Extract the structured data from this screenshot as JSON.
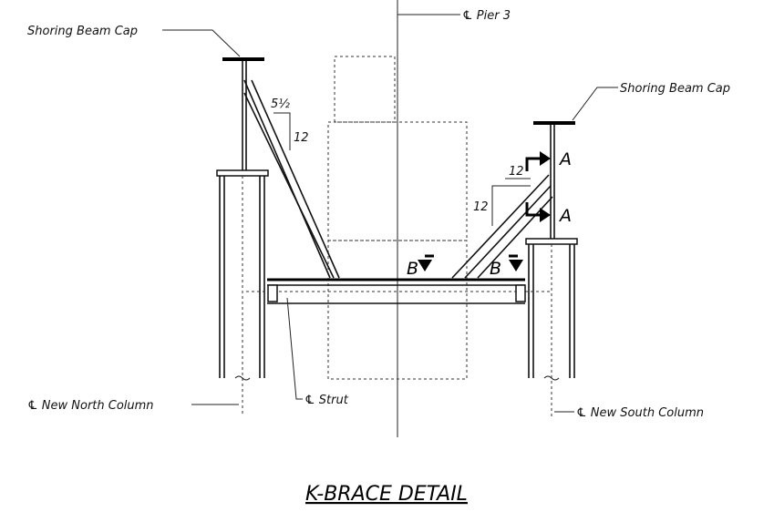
{
  "labels": {
    "pier": "℄ Pier 3",
    "shoring_left": "Shoring Beam Cap",
    "shoring_right": "Shoring Beam Cap",
    "north_column": "℄ New North Column",
    "strut": "℄ Strut",
    "south_column": "℄ New South Column"
  },
  "slopes": {
    "left_rise": "5½",
    "left_run": "12",
    "right_rise": "12",
    "right_run": "12"
  },
  "sections": {
    "a_top": "A",
    "a_bottom": "A",
    "b_left": "B",
    "b_right": "B"
  },
  "title": "K-BRACE DETAIL"
}
